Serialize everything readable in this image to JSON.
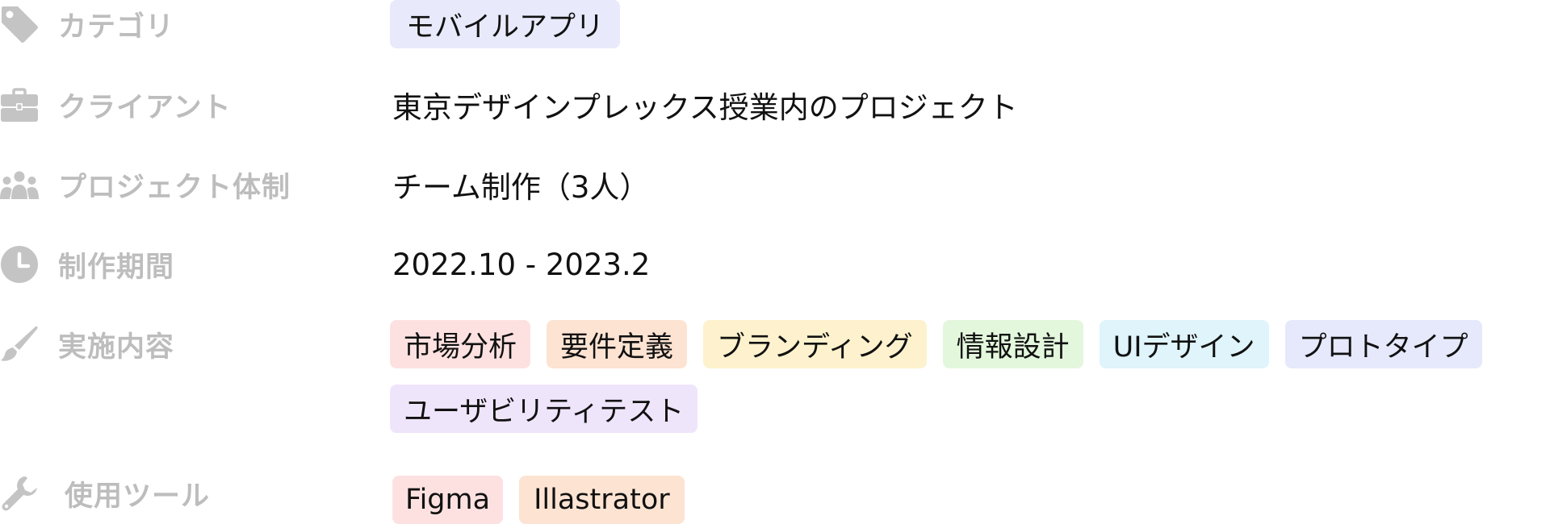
{
  "rows": {
    "category": {
      "label": "カテゴリ",
      "icon": "tag-icon",
      "tags": [
        {
          "text": "モバイルアプリ",
          "color": "#e8eafb"
        }
      ]
    },
    "client": {
      "label": "クライアント",
      "icon": "briefcase-icon",
      "value": "東京デザインプレックス授業内のプロジェクト"
    },
    "team": {
      "label": "プロジェクト体制",
      "icon": "users-icon",
      "value": "チーム制作（3人）"
    },
    "period": {
      "label": "制作期間",
      "icon": "clock-icon",
      "value": "2022.10 - 2023.2"
    },
    "scope": {
      "label": "実施内容",
      "icon": "brush-icon",
      "tags": [
        {
          "text": "市場分析",
          "color": "#fde1e1"
        },
        {
          "text": "要件定義",
          "color": "#fde3d2"
        },
        {
          "text": "ブランディング",
          "color": "#fdf2cd"
        },
        {
          "text": "情報設計",
          "color": "#e3f7dd"
        },
        {
          "text": "UIデザイン",
          "color": "#dff4fb"
        },
        {
          "text": "プロトタイプ",
          "color": "#e5e9fb"
        },
        {
          "text": "ユーザビリティテスト",
          "color": "#efe5fb"
        }
      ]
    },
    "tools": {
      "label": "使用ツール",
      "icon": "wrench-icon",
      "tags": [
        {
          "text": "Figma",
          "color": "#fde1e1"
        },
        {
          "text": "Illastrator",
          "color": "#fde3d2"
        }
      ]
    }
  },
  "colors": {
    "label_gray": "#bdbdbd",
    "icon_gray": "#c4c4c4",
    "text": "#111111"
  }
}
